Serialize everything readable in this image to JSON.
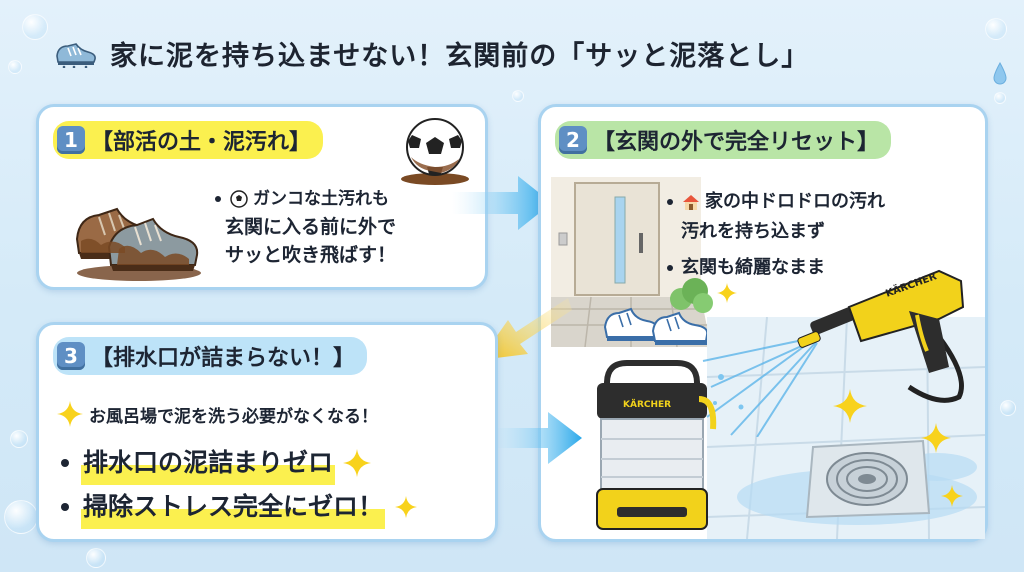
{
  "header": {
    "title": "家に泥を持ち込ませない！玄関前の「サッと泥落とし」"
  },
  "card1": {
    "number": "1",
    "label": "【部活の土・泥汚れ】",
    "lines": [
      "ガンコな土汚れも",
      "玄関に入る前に外で",
      "サッと吹き飛ばす！"
    ]
  },
  "card2": {
    "number": "2",
    "label": "【玄関の外で完全リセット】",
    "lines": [
      "家の中ドロドロの汚れ",
      "汚れを持ち込まず",
      "玄関も綺麗なまま"
    ],
    "brand": "KÄRCHER"
  },
  "card3": {
    "number": "3",
    "label": "【排水口が詰まらない！】",
    "subline": "お風呂場で泥を洗う必要がなくなる！",
    "bullets": [
      "排水口の泥詰まりゼロ",
      "掃除ストレス完全にゼロ！"
    ],
    "brand": "KÄRCHER"
  },
  "colors": {
    "accent_yellow": "#fbf04f",
    "accent_green": "#b9e5a6",
    "accent_blue": "#bde3f8",
    "border": "#a9d3f0"
  },
  "icons": [
    "cleat-icon",
    "soccer-ball-icon",
    "muddy-shoes-icon",
    "house-icon",
    "door-icon",
    "pressure-washer-icon",
    "water-tank-icon",
    "drain-icon",
    "sparkle-icon",
    "arrow-icon"
  ]
}
